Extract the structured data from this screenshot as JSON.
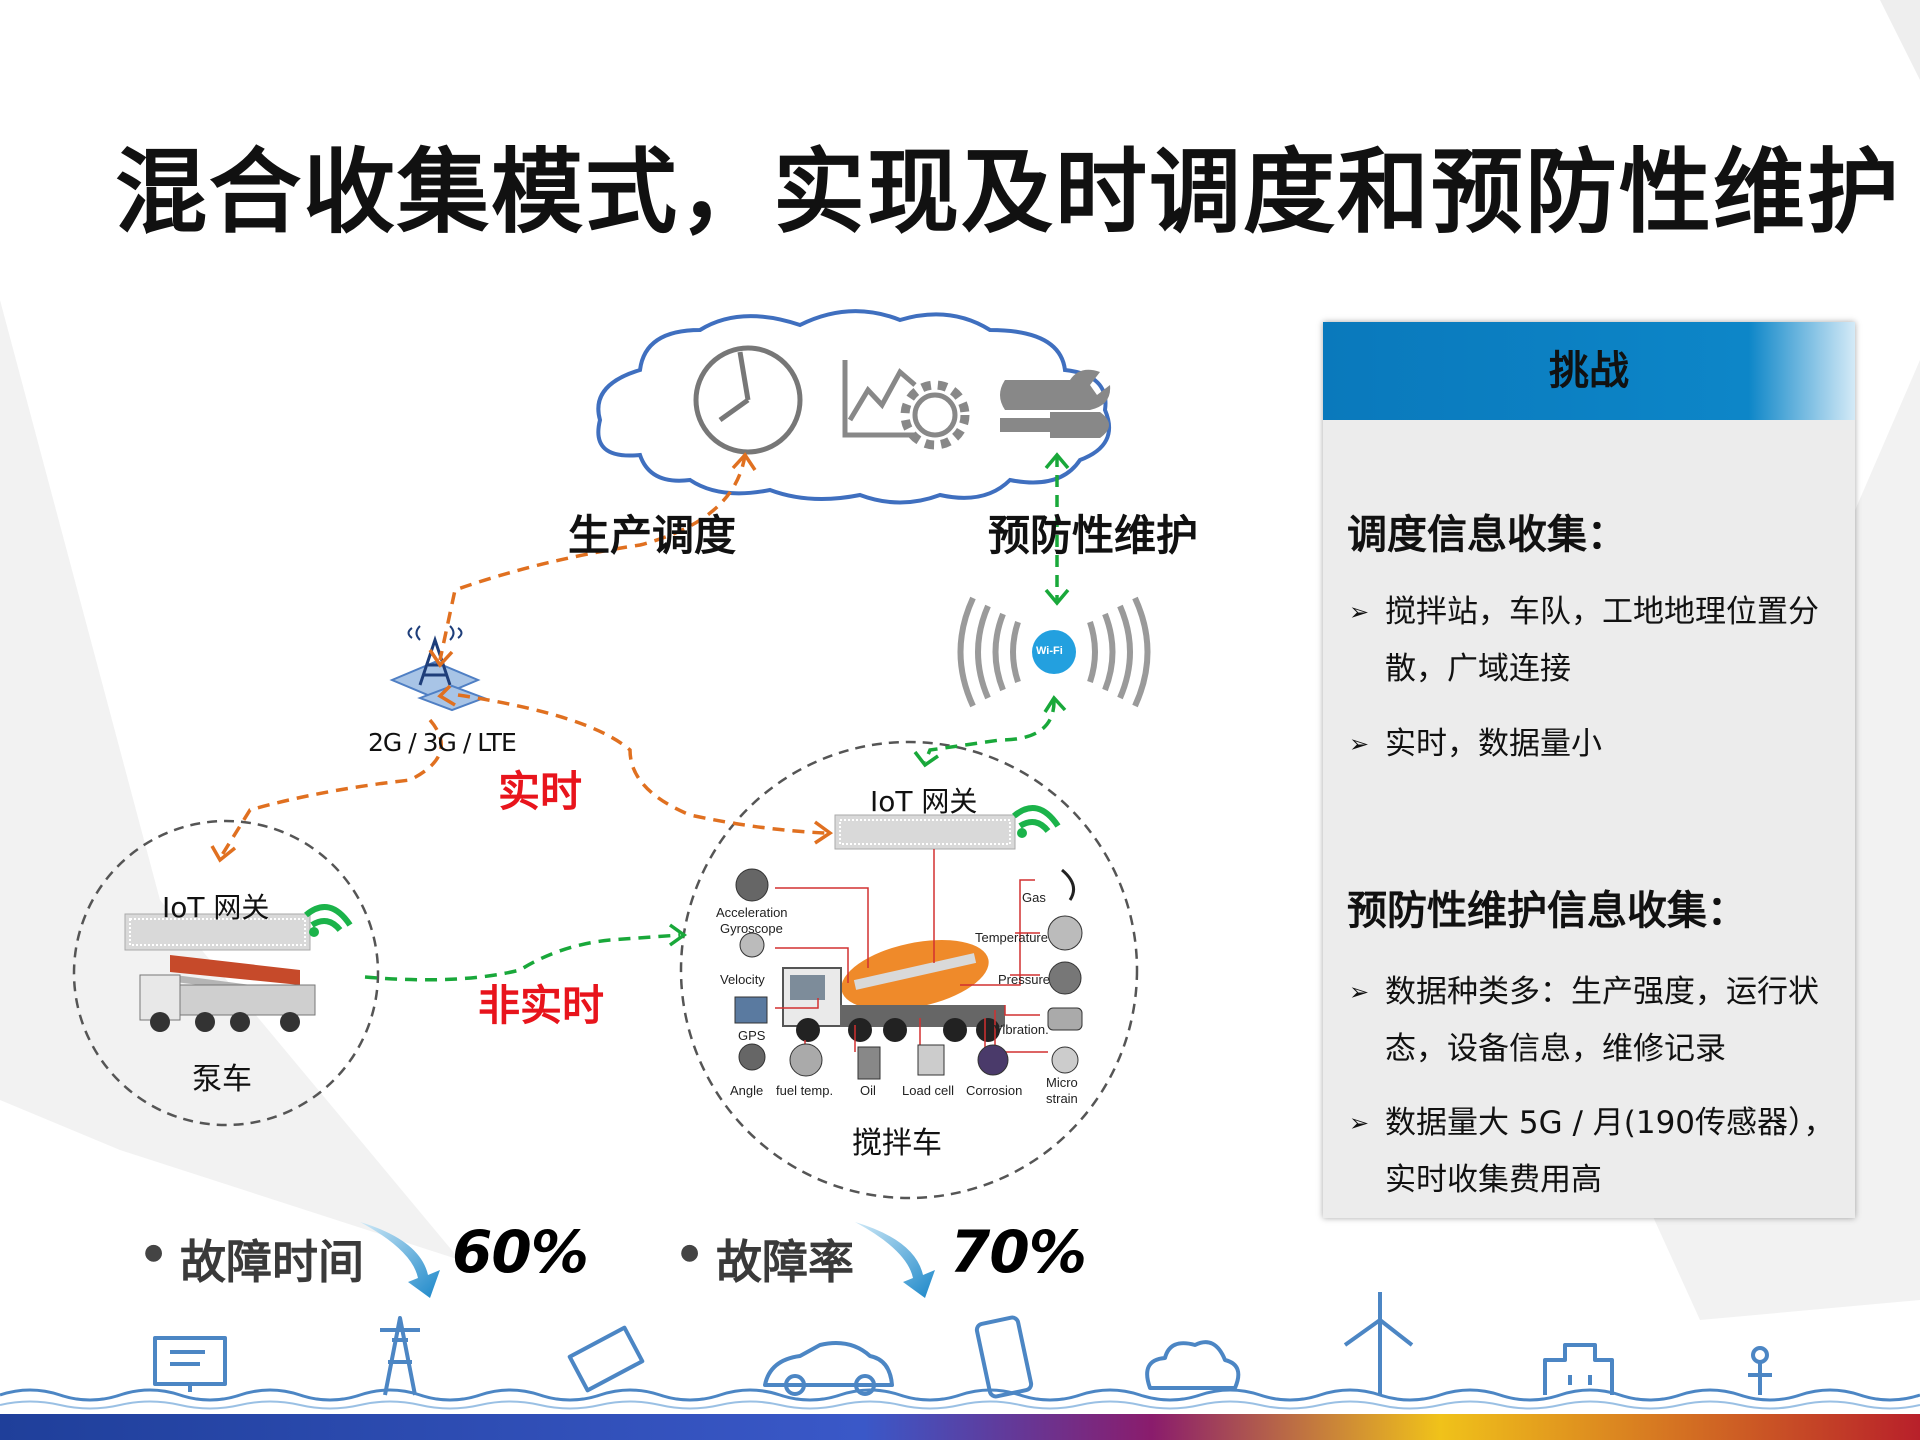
{
  "title": "混合收集模式，实现及时调度和预防性维护",
  "diagram": {
    "label_production": "生产调度",
    "label_maintenance": "预防性维护",
    "label_network": "2G / 3G / LTE",
    "label_realtime": "实时",
    "label_nonrealtime": "非实时",
    "gateway_left": "IoT 网关",
    "gateway_right": "IoT 网关",
    "pump_truck": "泵车",
    "mixer_truck": "搅拌车",
    "wifi": "Wi-Fi",
    "sensors": {
      "acceleration": "Acceleration",
      "gyroscope": "Gyroscope",
      "velocity": "Velocity",
      "gps": "GPS",
      "angle": "Angle",
      "fuel": "fuel temp.",
      "oil": "Oil",
      "load": "Load cell",
      "corrosion": "Corrosion",
      "gas": "Gas",
      "temperature": "Temperature",
      "pressure": "Pressure",
      "vibration": "Vibration.",
      "micro": "Micro",
      "strain": "strain"
    }
  },
  "panel": {
    "header": "挑战",
    "section1": "调度信息收集：",
    "s1_b1_l1": "搅拌站，车队，工地地理位置分",
    "s1_b1_l2": "散，广域连接",
    "s1_b2": "实时，数据量小",
    "section2": "预防性维护信息收集：",
    "s2_b1_l1": "数据种类多：生产强度，运行状",
    "s2_b1_l2": "态，设备信息，维修记录",
    "s2_b2_l1": "数据量大 5G / 月(190传感器），",
    "s2_b2_l2": "实时收集费用高",
    "bullet_mark": "➢"
  },
  "stats": [
    {
      "label": "故障时间",
      "value": "60%"
    },
    {
      "label": "故障率",
      "value": "70%"
    }
  ],
  "bullet_dot": "●",
  "colors": {
    "accent_blue": "#0a79bc",
    "orange": "#e07020",
    "green": "#19a83a",
    "red": "#e8141c"
  }
}
